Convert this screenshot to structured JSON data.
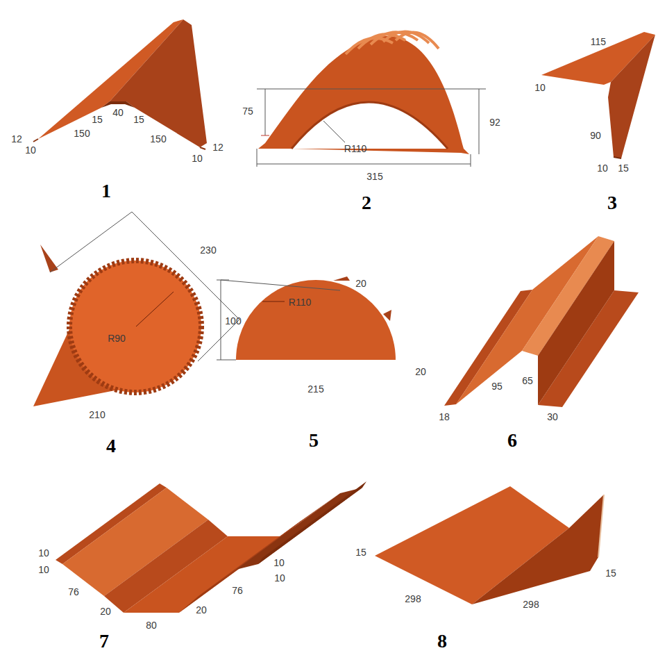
{
  "diagram": {
    "labels": [
      "12",
      "10",
      "150",
      "15",
      "40",
      "15",
      "150",
      "10",
      "12",
      "1",
      "75",
      "R110",
      "92",
      "315",
      "2",
      "115",
      "10",
      "90",
      "10",
      "15",
      "3",
      "230",
      "R90",
      "210",
      "4",
      "100",
      "R110",
      "20",
      "20",
      "215",
      "5",
      "18",
      "95",
      "65",
      "30",
      "6",
      "10",
      "10",
      "76",
      "20",
      "80",
      "20",
      "76",
      "10",
      "10",
      "7",
      "15",
      "298",
      "298",
      "15",
      "8"
    ]
  }
}
